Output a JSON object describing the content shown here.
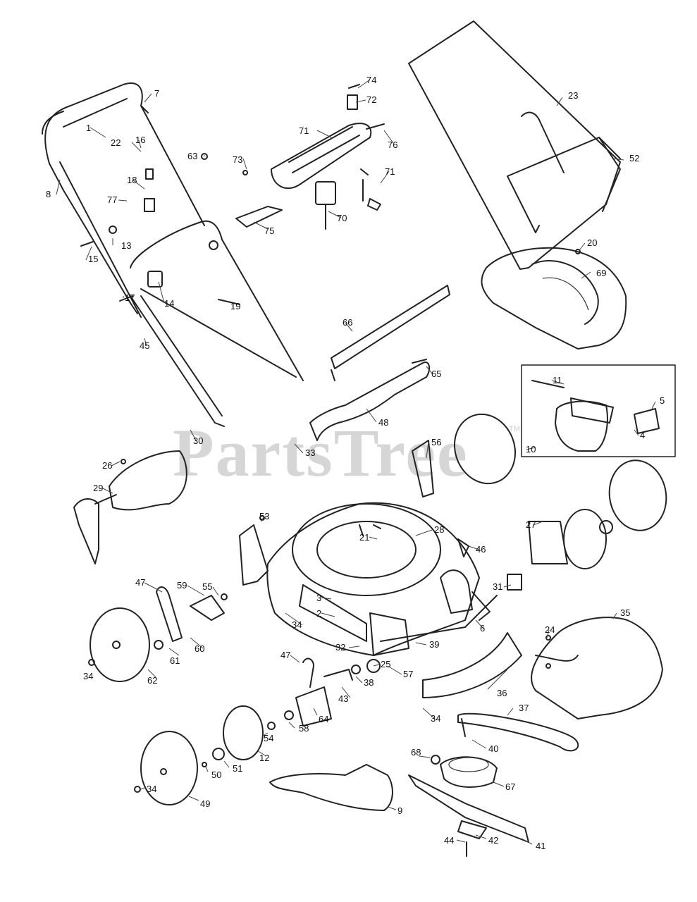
{
  "watermark": {
    "text": "PartsTree",
    "mark": "TM"
  },
  "labels": [
    "74",
    "72",
    "71",
    "76",
    "73",
    "70",
    "71",
    "75",
    "23",
    "52",
    "20",
    "69",
    "7",
    "1",
    "16",
    "22",
    "63",
    "18",
    "77",
    "13",
    "15",
    "8",
    "14",
    "17",
    "19",
    "45",
    "66",
    "65",
    "48",
    "11",
    "5",
    "10",
    "4",
    "30",
    "33",
    "26",
    "29",
    "56",
    "53",
    "28",
    "21",
    "46",
    "27",
    "31",
    "47",
    "59",
    "55",
    "3",
    "2",
    "34",
    "6",
    "35",
    "24",
    "32",
    "39",
    "57",
    "25",
    "38",
    "36",
    "37",
    "40",
    "34",
    "62",
    "61",
    "60",
    "47",
    "43",
    "64",
    "58",
    "54",
    "12",
    "51",
    "50",
    "49",
    "34",
    "68",
    "67",
    "41",
    "42",
    "44",
    "9",
    "34"
  ]
}
